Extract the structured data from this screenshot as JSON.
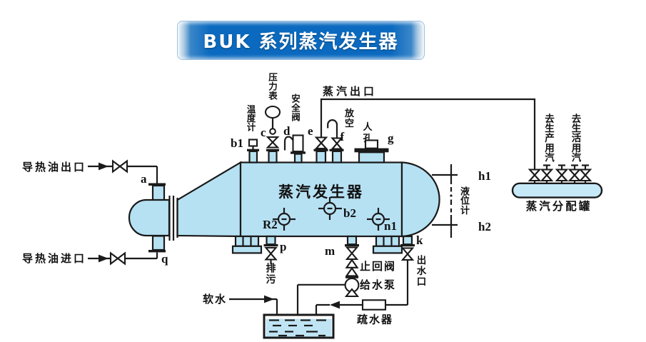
{
  "banner": {
    "title": "BUK 系列蒸汽发生器"
  },
  "colors": {
    "banner_blue": "#0b6abf",
    "vessel_fill": "#b6e1f3",
    "distributor_fill": "#c6e9f8",
    "water_fill": "#bfe4f4",
    "line": "#1a1a1a"
  },
  "diagram": {
    "vessel_title": "蒸汽发生器",
    "left": {
      "oil_outlet": "导热油出口",
      "oil_inlet": "导热油进口"
    },
    "top": {
      "thermometer": "温度计",
      "pressure_gauge": "压力表",
      "safety_valve": "安全阀",
      "steam_outlet": "蒸汽出口",
      "vent": "放空",
      "manhole": "人孔"
    },
    "right": {
      "level_gauge": "液位计",
      "to_production_steam": "去生产用汽",
      "to_domestic_steam": "去生活用汽",
      "steam_distributor": "蒸汽分配罐"
    },
    "bottom": {
      "blowdown": "排污",
      "check_valve": "止回阀",
      "feed_pump": "给水泵",
      "water_outlet": "出水口",
      "soft_water": "软水",
      "steam_trap": "疏水器"
    },
    "points": {
      "a": "a",
      "q": "q",
      "b1": "b1",
      "c": "c",
      "d": "d",
      "e": "e",
      "f": "f",
      "g": "g",
      "h1": "h1",
      "h2": "h2",
      "k": "k",
      "m": "m",
      "p": "p",
      "r2": "R2",
      "b2": "b2",
      "n1": "n1"
    }
  }
}
